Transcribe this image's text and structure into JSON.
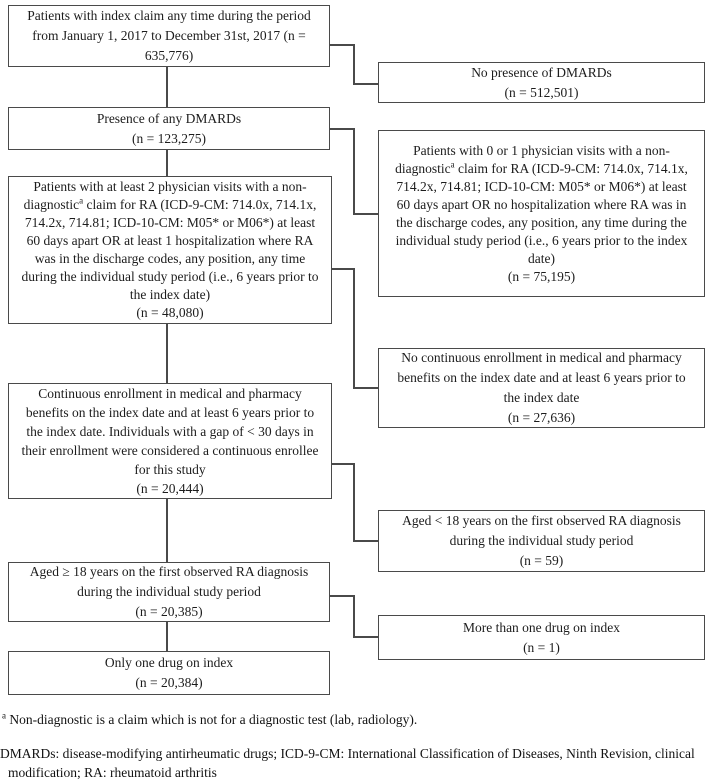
{
  "colors": {
    "border": "#4a4a4a",
    "text": "#1c1c1c",
    "background": "#ffffff"
  },
  "flowchart": {
    "left_boxes": [
      {
        "text": "Patients with index claim any time during the period from January 1, 2017 to December 31st, 2017 (n = 635,776)"
      },
      {
        "text": "Presence of any DMARDs",
        "n": "(n = 123,275)"
      },
      {
        "pre": "Patients with at least 2 physician visits with a non-diagnostic",
        "sup": "a",
        "post": " claim for RA (ICD-9-CM: 714.0x, 714.1x, 714.2x, 714.81; ICD-10-CM: M05* or M06*) at least 60 days apart OR at least 1 hospitalization where RA was in the discharge codes, any position, any time during the individual study period (i.e., 6 years prior to the index date)",
        "n": "(n = 48,080)"
      },
      {
        "text": "Continuous enrollment in medical and pharmacy benefits on the index date and at least 6 years prior to the index date. Individuals with a gap of < 30 days in their enrollment were considered a continuous enrollee for this study",
        "n": "(n = 20,444)"
      },
      {
        "text": "Aged ≥ 18 years on the first observed RA diagnosis during the individual study period",
        "n": "(n = 20,385)"
      },
      {
        "text": "Only one drug on index",
        "n": "(n = 20,384)"
      }
    ],
    "right_boxes": [
      {
        "text": "No presence of DMARDs",
        "n": "(n = 512,501)"
      },
      {
        "pre": "Patients with 0 or 1 physician visits with a non-diagnostic",
        "sup": "a",
        "post": " claim for RA (ICD-9-CM: 714.0x, 714.1x, 714.2x, 714.81; ICD-10-CM: M05* or M06*) at least 60 days apart OR no hospitalization where RA was in the discharge codes, any position, any time during the individual study period (i.e., 6 years prior to the index date)",
        "n": "(n = 75,195)"
      },
      {
        "text": "No continuous enrollment in medical and pharmacy benefits on the index date and at least 6 years prior to the index date",
        "n": "(n = 27,636)"
      },
      {
        "text": "Aged < 18 years on the first observed RA diagnosis during the individual study period",
        "n": "(n = 59)"
      },
      {
        "text": "More than one drug on index",
        "n": "(n = 1)"
      }
    ]
  },
  "footnotes": {
    "sup": "a",
    "note1": " Non-diagnostic is a claim which is not for a diagnostic test (lab, radiology).",
    "note2": "DMARDs: disease-modifying antirheumatic drugs; ICD-9-CM: International Classification of Diseases, Ninth Revision, clinical modification; RA: rheumatoid arthritis"
  }
}
